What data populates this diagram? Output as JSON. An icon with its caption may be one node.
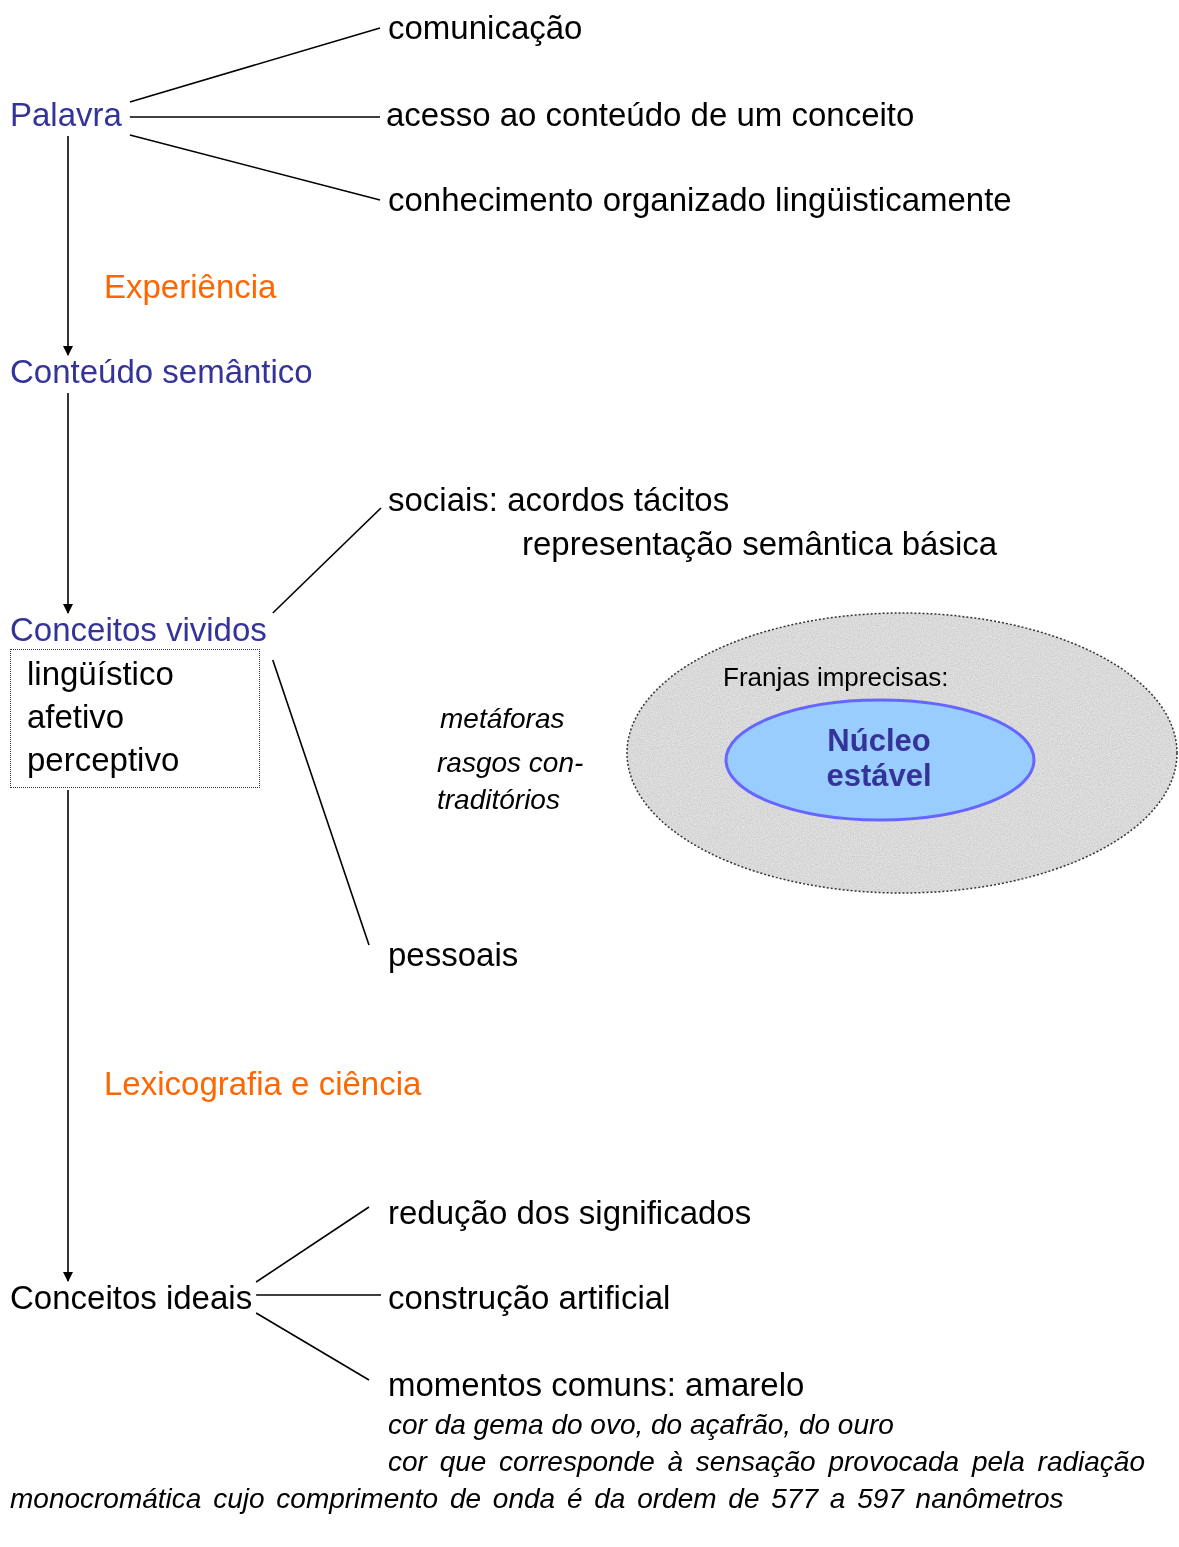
{
  "diagram": {
    "nodes": [
      {
        "text": [
          "Palavra"
        ]
      },
      {
        "text": [
          "comunicação"
        ]
      },
      {
        "text": [
          "acesso ao conteúdo de um conceito"
        ]
      },
      {
        "text": [
          "conhecimento organizado lingüisticamente"
        ]
      },
      {
        "text": [
          "Conteúdo semântico"
        ]
      },
      {
        "text": [
          "Conceitos vividos",
          "lingüístico afetivo perceptivo"
        ]
      },
      {
        "text": [
          "sociais: acordos tácitos",
          "representação semântica básica"
        ]
      },
      {
        "text": [
          "pessoais"
        ]
      },
      {
        "text": [
          "Franjas imprecisas:"
        ]
      },
      {
        "text": [
          "Núcleo estável"
        ],
        "in": 8
      },
      {
        "text": [
          "Conceitos ideais"
        ]
      },
      {
        "text": [
          "redução dos significados"
        ]
      },
      {
        "text": [
          "construção artificial"
        ]
      },
      {
        "text": [
          "momentos comuns: amarelo"
        ],
        "beside": [
          "cor da gema do ovo, do açafrão, do ouro",
          "cor que corresponde à sensação provocada pela radiação monocromática cujo comprimento de onda é da ordem de 577 a 597 nanômetros"
        ]
      }
    ],
    "edges": [
      {
        "from": 0,
        "to": 1,
        "arrow": "none"
      },
      {
        "from": 0,
        "to": 2,
        "arrow": "none"
      },
      {
        "from": 0,
        "to": 3,
        "arrow": "none"
      },
      {
        "from": 0,
        "to": 4,
        "arrow": "to",
        "label": "Experiência"
      },
      {
        "from": 4,
        "to": 5,
        "arrow": "to"
      },
      {
        "from": 5,
        "to": 6,
        "arrow": "none"
      },
      {
        "from": 5,
        "to": 7,
        "arrow": "none"
      },
      {
        "from": 5,
        "to": 10,
        "arrow": "to",
        "label": "Lexicografia e ciência"
      },
      {
        "from": 10,
        "to": 11,
        "arrow": "none"
      },
      {
        "from": 10,
        "to": 12,
        "arrow": "none"
      },
      {
        "from": 10,
        "to": 13,
        "arrow": "none"
      }
    ],
    "labels": [
      "metáforas",
      "rasgos con-traditórios"
    ]
  }
}
